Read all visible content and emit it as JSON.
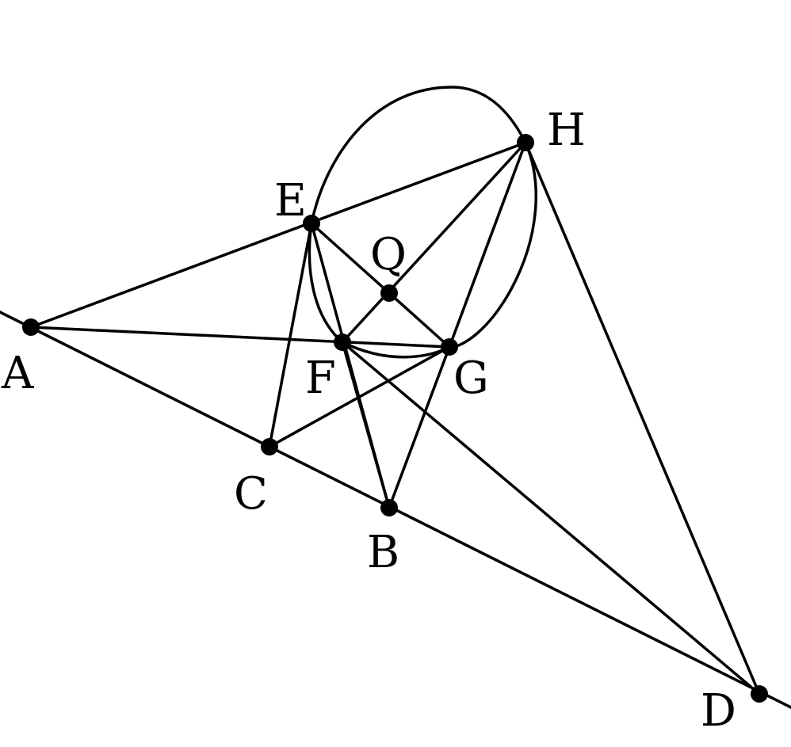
{
  "figure": {
    "points": [
      {
        "id": "A",
        "label": "A"
      },
      {
        "id": "B",
        "label": "B"
      },
      {
        "id": "C",
        "label": "C"
      },
      {
        "id": "D",
        "label": "D"
      },
      {
        "id": "E",
        "label": "E"
      },
      {
        "id": "F",
        "label": "F"
      },
      {
        "id": "G",
        "label": "G"
      },
      {
        "id": "H",
        "label": "H"
      },
      {
        "id": "Q",
        "label": "Q"
      }
    ],
    "segments": [
      [
        "A",
        "D"
      ],
      [
        "A",
        "H"
      ],
      [
        "A",
        "G"
      ],
      [
        "E",
        "C"
      ],
      [
        "E",
        "B"
      ],
      [
        "E",
        "G"
      ],
      [
        "F",
        "B"
      ],
      [
        "F",
        "D"
      ],
      [
        "F",
        "H"
      ],
      [
        "C",
        "G"
      ],
      [
        "G",
        "B"
      ],
      [
        "G",
        "H"
      ],
      [
        "H",
        "D"
      ]
    ],
    "conic": {
      "passes_through": [
        "E",
        "F",
        "G",
        "H"
      ]
    },
    "colors": {
      "ink": "#000000",
      "background": "#ffffff"
    }
  }
}
